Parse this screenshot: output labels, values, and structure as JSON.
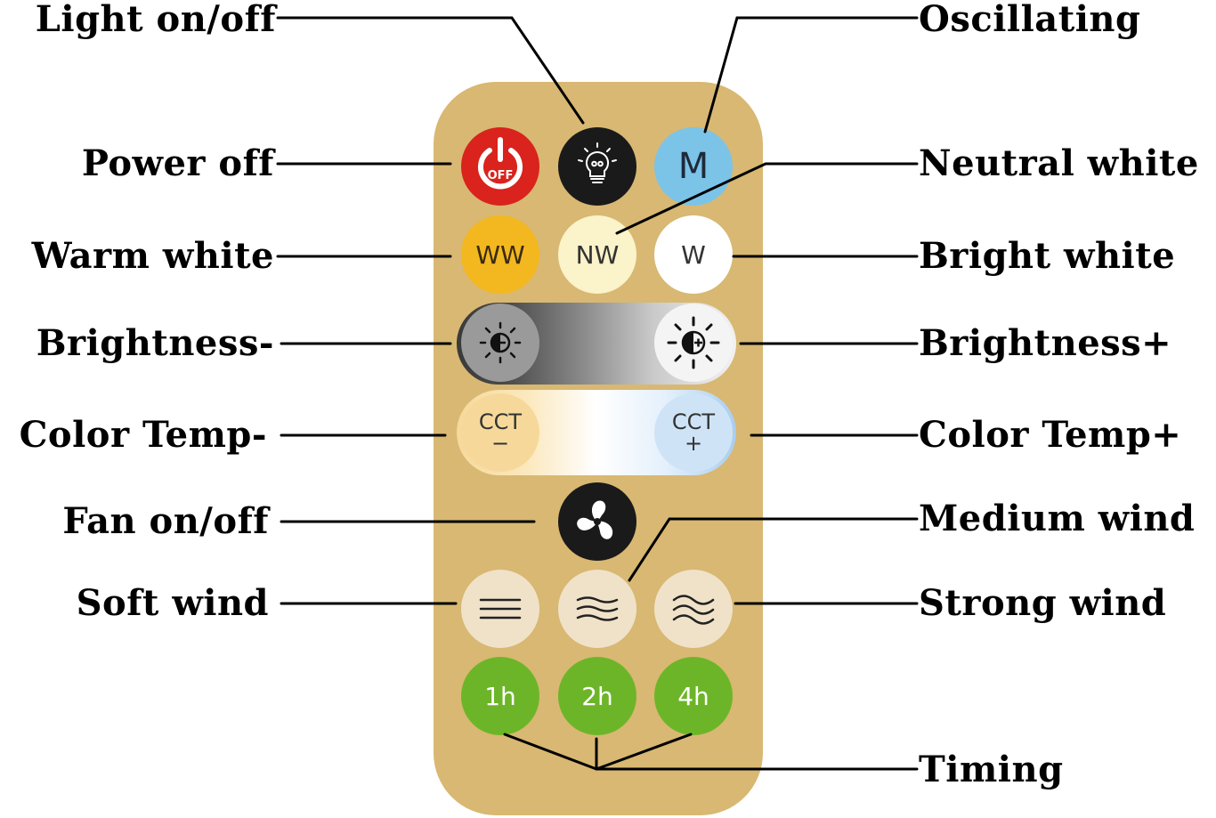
{
  "labels": {
    "light_onoff": "Light on/off",
    "oscillating": "Oscillating",
    "power_off": "Power off",
    "neutral_white": "Neutral white",
    "warm_white": "Warm white",
    "bright_white": "Bright white",
    "brightness_minus": "Brightness-",
    "brightness_plus": "Brightness+",
    "color_temp_minus": "Color Temp-",
    "color_temp_plus": "Color Temp+",
    "fan_onoff": "Fan on/off",
    "medium_wind": "Medium wind",
    "soft_wind": "Soft wind",
    "strong_wind": "Strong wind",
    "timing": "Timing"
  },
  "buttons": {
    "power_icon_text": "OFF",
    "oscillate": "M",
    "warm": "WW",
    "neutral": "NW",
    "bright": "W",
    "cct_minus_top": "CCT",
    "cct_minus_bottom": "−",
    "cct_plus_top": "CCT",
    "cct_plus_bottom": "+",
    "timer_1": "1h",
    "timer_2": "2h",
    "timer_4": "4h"
  },
  "colors": {
    "remote_body": "#d8b872",
    "power": "#d9231c",
    "black": "#1a1a1a",
    "oscillate": "#7cc3e8",
    "warm": "#f3b81f",
    "neutral": "#fbf3c9",
    "bright": "#ffffff",
    "wind": "#f0e2c8",
    "timer": "#6db528"
  }
}
